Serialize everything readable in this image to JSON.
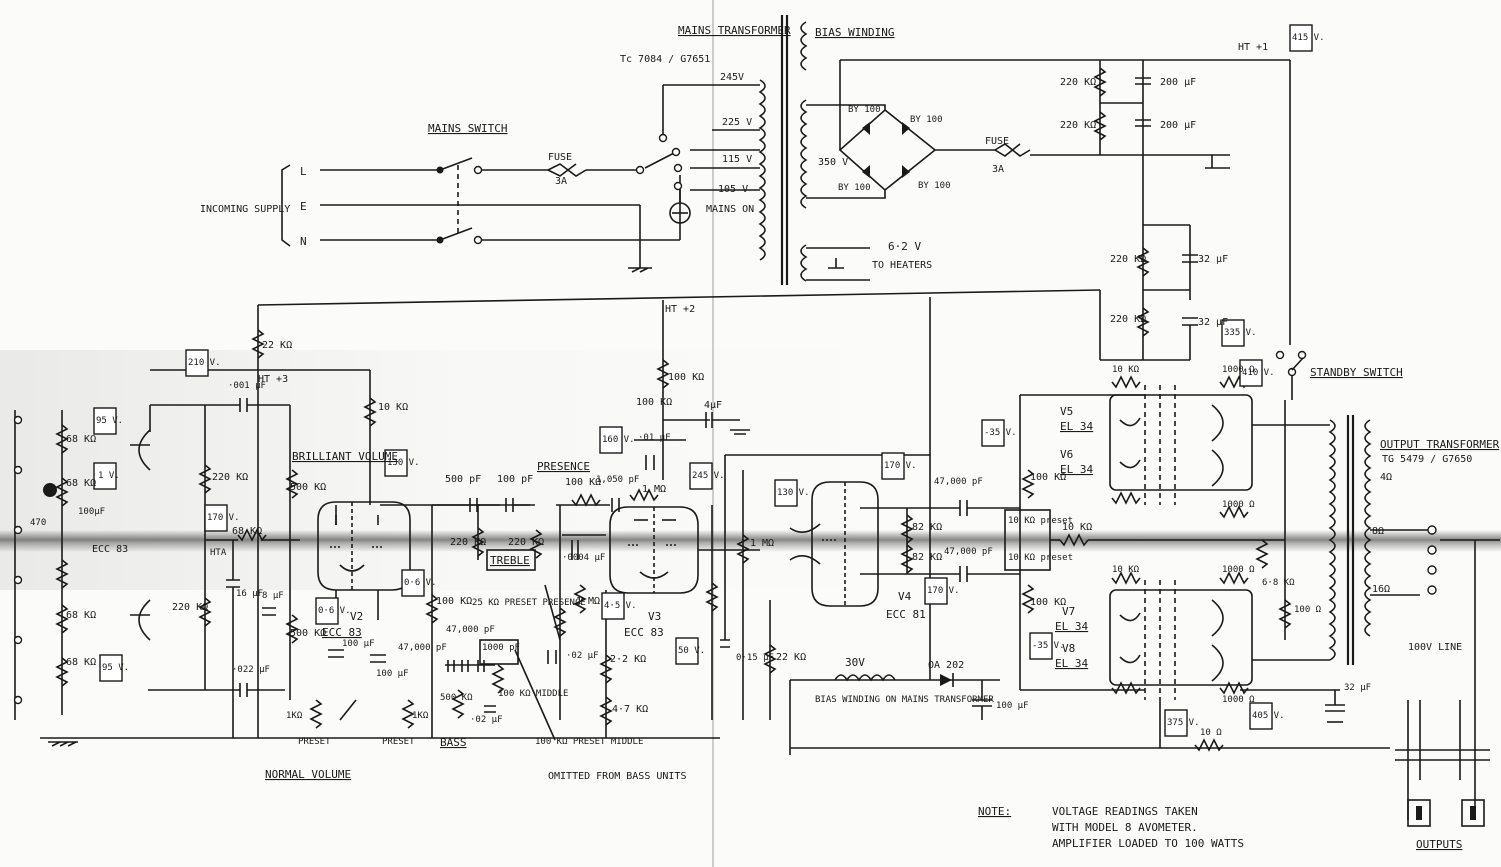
{
  "mains": {
    "transformer_title": "MAINS TRANSFORMER",
    "transformer_part": "Tc 7084 / G7651",
    "bias_winding": "BIAS WINDING",
    "switch_label": "MAINS SWITCH",
    "incoming_supply": "INCOMING SUPPLY",
    "line_l": "L",
    "line_e": "E",
    "line_n": "N",
    "fuse": "FUSE",
    "fuse_rating": "3A",
    "tap_245": "245V",
    "tap_225": "225 V",
    "tap_115": "115 V",
    "tap_105": "105 V",
    "mains_on": "MAINS ON",
    "sec_350": "350 V",
    "heater_v": "6·2 V",
    "heater_to": "TO HEATERS",
    "bridge": "BY 100",
    "ht1": "HT +1",
    "ht1_v": "415 V.",
    "cap_200": "200 μF",
    "res_220": "220 KΩ",
    "cap_32": "32 μF"
  },
  "preamp": {
    "ht2": "HT +2",
    "ht3": "HT +3",
    "v_210": "210 V.",
    "v_95a": "95 V.",
    "v_1": "1 V.",
    "v_170": "170 V.",
    "v_95b": "95 V.",
    "v_130": "130 V.",
    "v_06a": "0·6 V.",
    "v_06b": "0·6 V.",
    "v_160": "160 V.",
    "v_245": "245 V.",
    "v_45": "4·5 V.",
    "v_50": "50 V.",
    "brilliant_volume": "BRILLIANT VOLUME",
    "normal_volume": "NORMAL VOLUME",
    "v2": "V2",
    "v2_type": "ECC 83",
    "v1_type": "ECC 83",
    "v3": "V3",
    "v3_type": "ECC 83",
    "presence": "PRESENCE",
    "treble": "TREBLE",
    "bass": "BASS",
    "preset_presence": "25 KΩ PRESET PRESENCE",
    "middle": "100 KΩ MIDDLE",
    "preset_middle": "100 KΩ PRESET MIDDLE",
    "omitted": "OMITTED FROM BASS UNITS",
    "preset": "PRESET",
    "r_22k": "22 KΩ",
    "r_10k": "10 KΩ",
    "r_220k": "220 KΩ",
    "r_68k": "68 KΩ",
    "r_500k": "500 KΩ",
    "r_100k": "100 KΩ",
    "r_1m": "1 MΩ",
    "c_500p": "500 pF",
    "c_100p": "100 pF",
    "c_001": "·001 μF",
    "c_47000": "47,000 pF",
    "c_1000p": "1000 pF",
    "c_02": "·02 μF",
    "c_16": "16 μF",
    "c_8": "8 μF",
    "c_022": "·022 μF",
    "c_100u": "100 μF",
    "c_4u": "4μF",
    "c_01": "·01 μF",
    "c_1050": "1,050 pF",
    "c_0004": "·0004 μF",
    "r_1k": "1KΩ",
    "r_22": "2·2 KΩ",
    "r_47": "4·7 KΩ",
    "hta": "HTA",
    "c_470": "470",
    "c_100uf": "100μF"
  },
  "phase": {
    "v4": "V4",
    "v4_type": "ECC 81",
    "v_130": "130 V.",
    "v_170a": "170 V.",
    "v_170b": "170 V.",
    "c_47000": "47,000 pF",
    "r_82": "82 KΩ",
    "r_1m": "1 MΩ",
    "c_015": "0·15 μF",
    "r_22k": "22 KΩ",
    "bias_30": "30V",
    "bias_text": "BIAS WINDING ON MAINS TRANSFORMER",
    "oa202": "OA 202",
    "c_100": "100 μF"
  },
  "output": {
    "v5": "V5",
    "v6": "V6",
    "v7": "V7",
    "v8": "V8",
    "el34": "EL 34",
    "v_m35a": "-35 V.",
    "v_m35b": "-35 V.",
    "v_410": "410 V.",
    "v_335": "335 V.",
    "v_375": "375 V.",
    "v_405": "405 V.",
    "preset_10k": "10 KΩ preset",
    "r_10k": "10 KΩ",
    "r_100k": "100 KΩ",
    "r_1000": "1000 Ω",
    "r_10": "10 Ω",
    "r_100": "100 Ω",
    "r_68k": "6·8 KΩ",
    "standby": "STANDBY SWITCH",
    "ot_title": "OUTPUT TRANSFORMER",
    "ot_part": "TG 5479 / G7650",
    "ohm4": "4Ω",
    "ohm8": "8Ω",
    "ohm16": "16Ω",
    "line_100v": "100V LINE",
    "outputs": "OUTPUTS",
    "cap_32": "32 μF"
  },
  "note": {
    "label": "NOTE:",
    "line1": "VOLTAGE READINGS TAKEN",
    "line2": "WITH MODEL 8 AVOMETER.",
    "line3": "AMPLIFIER LOADED TO 100 WATTS"
  }
}
